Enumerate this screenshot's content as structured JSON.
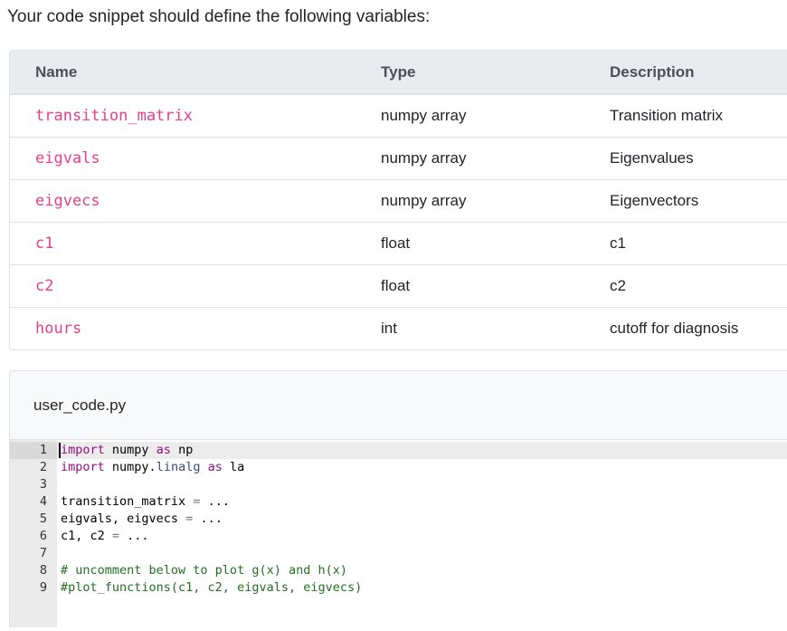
{
  "page": {
    "heading": "Your code snippet should define the following variables:"
  },
  "variables_table": {
    "columns": [
      "Name",
      "Type",
      "Description"
    ],
    "name_color": "#e83e8c",
    "header_bg": "#e9ecef",
    "rows": [
      {
        "name": "transition_matrix",
        "type": "numpy array",
        "description": "Transition matrix"
      },
      {
        "name": "eigvals",
        "type": "numpy array",
        "description": "Eigenvalues"
      },
      {
        "name": "eigvecs",
        "type": "numpy array",
        "description": "Eigenvectors"
      },
      {
        "name": "c1",
        "type": "float",
        "description": "c1"
      },
      {
        "name": "c2",
        "type": "float",
        "description": "c2"
      },
      {
        "name": "hours",
        "type": "int",
        "description": "cutoff for diagnosis"
      }
    ]
  },
  "editor": {
    "filename": "user_code.py",
    "active_line": 1,
    "token_colors": {
      "keyword": "#930f80",
      "support": "#3c4c72",
      "operator": "#687687",
      "comment": "#236e24",
      "plain": "#000000"
    },
    "lines": [
      {
        "num": 1,
        "tokens": [
          {
            "t": "import",
            "c": "keyword"
          },
          {
            "t": " numpy ",
            "c": "plain"
          },
          {
            "t": "as",
            "c": "keyword"
          },
          {
            "t": " np",
            "c": "plain"
          }
        ]
      },
      {
        "num": 2,
        "tokens": [
          {
            "t": "import",
            "c": "keyword"
          },
          {
            "t": " numpy.",
            "c": "plain"
          },
          {
            "t": "linalg",
            "c": "support"
          },
          {
            "t": " ",
            "c": "plain"
          },
          {
            "t": "as",
            "c": "keyword"
          },
          {
            "t": " la",
            "c": "plain"
          }
        ]
      },
      {
        "num": 3,
        "tokens": []
      },
      {
        "num": 4,
        "tokens": [
          {
            "t": "transition_matrix ",
            "c": "plain"
          },
          {
            "t": "=",
            "c": "operator"
          },
          {
            "t": " ...",
            "c": "plain"
          }
        ]
      },
      {
        "num": 5,
        "tokens": [
          {
            "t": "eigvals, eigvecs ",
            "c": "plain"
          },
          {
            "t": "=",
            "c": "operator"
          },
          {
            "t": " ...",
            "c": "plain"
          }
        ]
      },
      {
        "num": 6,
        "tokens": [
          {
            "t": "c1, c2 ",
            "c": "plain"
          },
          {
            "t": "=",
            "c": "operator"
          },
          {
            "t": " ...",
            "c": "plain"
          }
        ]
      },
      {
        "num": 7,
        "tokens": []
      },
      {
        "num": 8,
        "tokens": [
          {
            "t": "# uncomment below to plot g(x) and h(x)",
            "c": "comment"
          }
        ]
      },
      {
        "num": 9,
        "tokens": [
          {
            "t": "#plot_functions(c1, c2, eigvals, eigvecs)",
            "c": "comment"
          }
        ]
      }
    ]
  }
}
